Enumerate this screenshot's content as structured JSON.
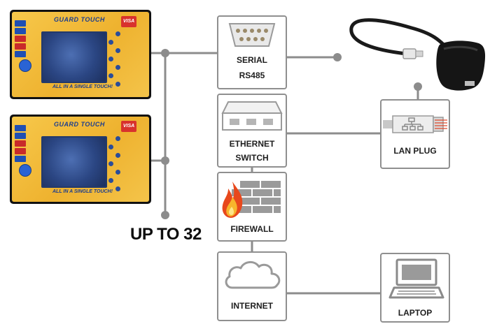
{
  "devices": [
    {
      "brand": "GUARD TOUCH",
      "badge": "VISA",
      "slogan": "ALL IN A SINGLE TOUCH!"
    },
    {
      "brand": "GUARD TOUCH",
      "badge": "VISA",
      "slogan": "ALL IN A SINGLE TOUCH!"
    }
  ],
  "labels": {
    "serial_1": "SERIAL",
    "serial_2": "RS485",
    "ethernet_1": "ETHERNET",
    "ethernet_2": "SWITCH",
    "firewall": "FIREWALL",
    "internet": "INTERNET",
    "lan_plug": "LAN PLUG",
    "laptop": "LAPTOP"
  },
  "device_count_note": "UP TO 32",
  "colors": {
    "wire": "#8c8c8c",
    "device_face": "#f2bd3f",
    "brand_blue": "#1b3d8f",
    "flame": "#e8481c",
    "brick": "#9a9a9a"
  },
  "icons": [
    "db9-connector-icon",
    "switch-icon",
    "brick-wall-icon",
    "flame-icon",
    "cloud-icon",
    "network-plug-icon",
    "laptop-icon",
    "usb-adapter-icon"
  ]
}
